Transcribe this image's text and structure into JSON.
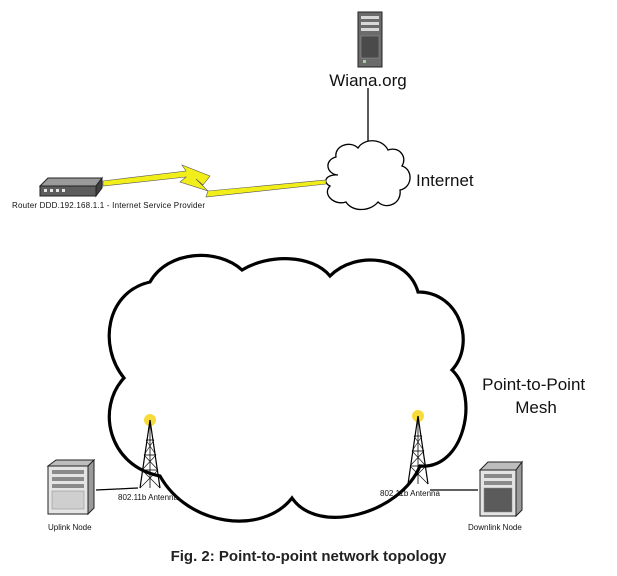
{
  "nodes": {
    "web_server": {
      "label": "Wiana.org",
      "icon": "server-tower-icon"
    },
    "internet_cloud": {
      "label": "Internet",
      "icon": "cloud-icon"
    },
    "router": {
      "label": "Router DDD.192.168.1.1 - Internet Service Provider",
      "icon": "router-icon"
    },
    "mesh_cloud": {
      "label_line1": "Point-to-Point",
      "label_line2": "Mesh",
      "icon": "cloud-icon"
    },
    "left_antenna": {
      "label": "802.11b Antenna",
      "icon": "antenna-tower-icon"
    },
    "right_antenna": {
      "label": "802.11b Antenna",
      "icon": "antenna-tower-icon"
    },
    "uplink_node": {
      "label": "Uplink Node",
      "icon": "server-tower-icon"
    },
    "downlink_node": {
      "label": "Downlink Node",
      "icon": "server-tower-icon"
    }
  },
  "links": [
    {
      "from": "web_server",
      "to": "internet_cloud",
      "type": "wired"
    },
    {
      "from": "router",
      "to": "internet_cloud",
      "type": "wireless-lightning"
    },
    {
      "from": "uplink_node",
      "to": "left_antenna",
      "type": "wired"
    },
    {
      "from": "downlink_node",
      "to": "right_antenna",
      "type": "wired"
    }
  ],
  "caption": "Fig. 2: Point-to-point network topology",
  "colors": {
    "lightning": "#f2ee1a",
    "antenna_glow": "#f5d20a",
    "line": "#000000"
  }
}
